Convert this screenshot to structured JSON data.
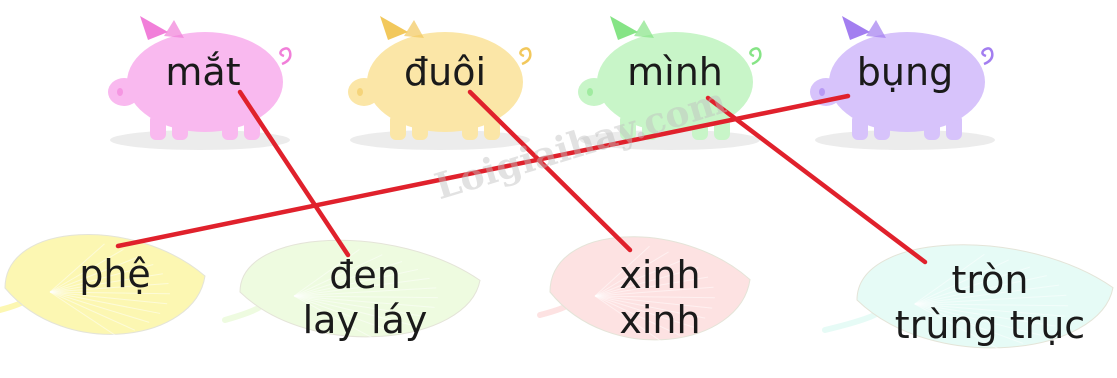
{
  "pigs": [
    {
      "word": "mắt",
      "color": "#f9b9ef",
      "ear": "#f17fd9"
    },
    {
      "word": "đuôi",
      "color": "#fbe6a7",
      "ear": "#f2c85c"
    },
    {
      "word": "mình",
      "color": "#c8f5c8",
      "ear": "#86e486"
    },
    {
      "word": "bụng",
      "color": "#d7c3fb",
      "ear": "#a37ef0"
    }
  ],
  "leaves": [
    {
      "lines": [
        "phệ"
      ],
      "color": "#fcf7b2"
    },
    {
      "lines": [
        "đen",
        "lay láy"
      ],
      "color": "#eefbe0"
    },
    {
      "lines": [
        "xinh",
        "xinh"
      ],
      "color": "#fde2e2"
    },
    {
      "lines": [
        "tròn",
        "trùng trục"
      ],
      "color": "#e6fbf6"
    }
  ],
  "matches": [
    {
      "pig": "mắt",
      "leaf": "đen lay láy"
    },
    {
      "pig": "đuôi",
      "leaf": "xinh xinh"
    },
    {
      "pig": "mình",
      "leaf": "tròn trùng trục"
    },
    {
      "pig": "bụng",
      "leaf": "phệ"
    }
  ],
  "line_color": "#e0212c",
  "watermark": "Loigiaihay.com"
}
